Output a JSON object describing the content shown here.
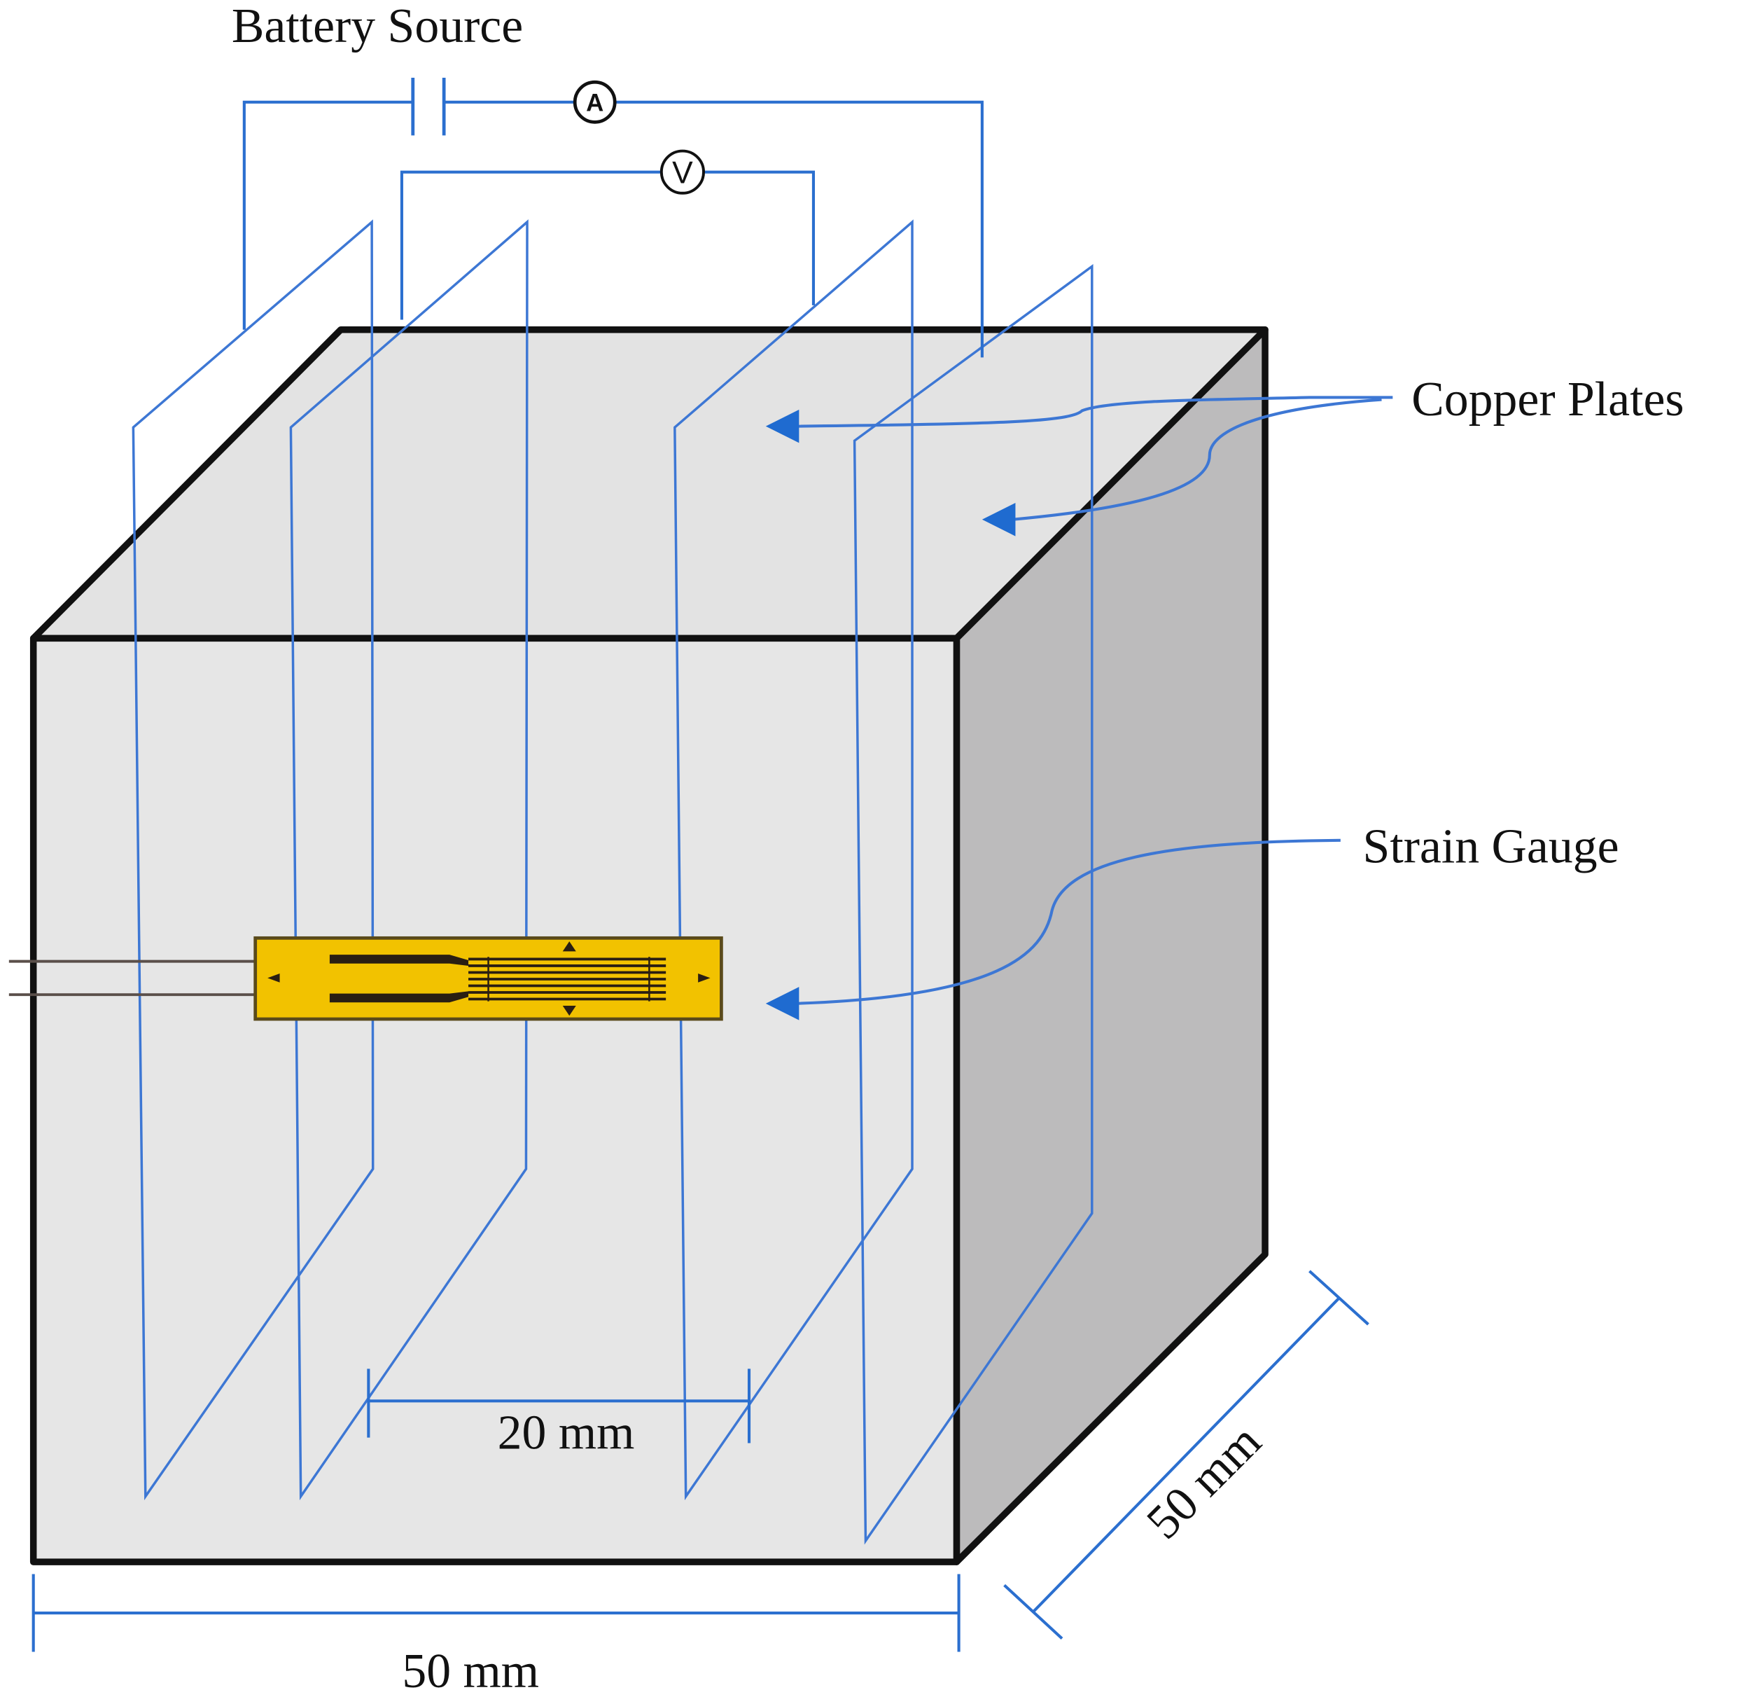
{
  "labels": {
    "battery_source": "Battery Source",
    "ammeter": "A",
    "voltmeter": "V",
    "copper_plates": "Copper Plates",
    "strain_gauge": "Strain Gauge",
    "plate_spacing": "20 mm",
    "cube_width": "50 mm",
    "cube_depth": "50 mm"
  },
  "colors": {
    "cube_front": "#e6e6e6",
    "cube_top": "#e3e3e3",
    "cube_side": "#bcbbbc",
    "outline": "#111111",
    "wire": "#2b6fcf",
    "arrow": "#1f6bd0",
    "gauge_body": "#f2c200",
    "gauge_grid": "#2a1e12"
  },
  "icons": [
    "battery-symbol-icon",
    "ammeter-icon",
    "voltmeter-icon",
    "leader-arrow-icon",
    "strain-gauge-icon"
  ]
}
